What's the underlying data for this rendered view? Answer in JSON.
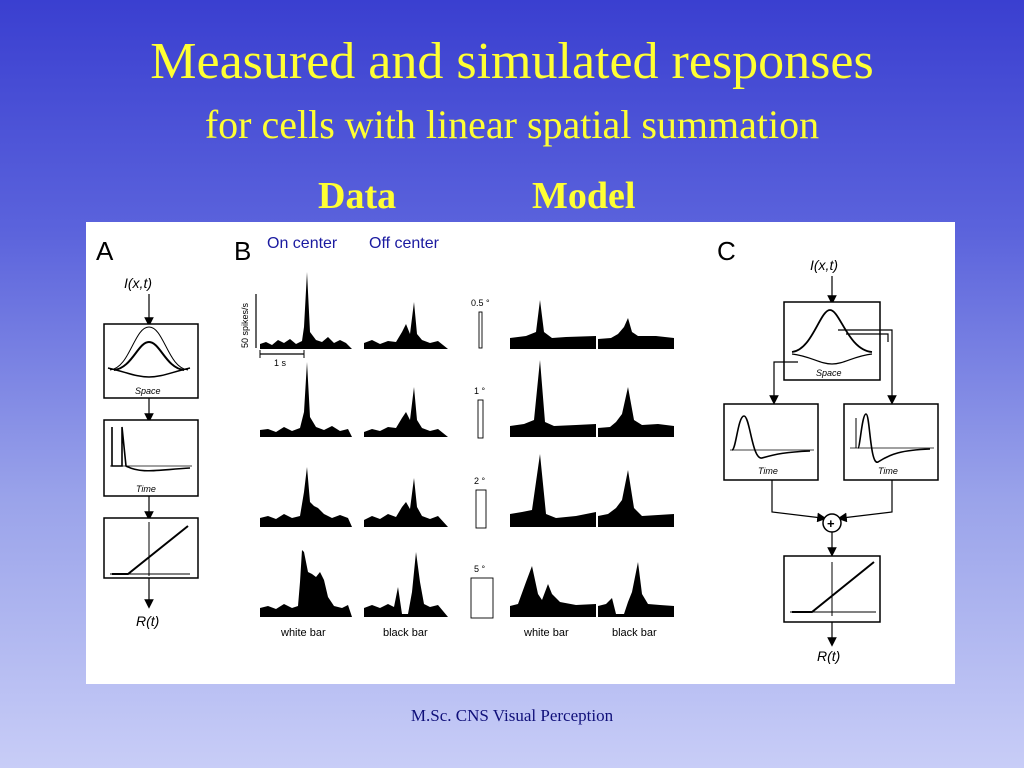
{
  "slide": {
    "title": "Measured and simulated responses",
    "subtitle": "for cells with linear spatial summation",
    "data_header": "Data",
    "model_header": "Model",
    "footer": "M.Sc. CNS Visual Perception"
  },
  "figure": {
    "panel_a": {
      "letter": "A",
      "input_label": "I(x,t)",
      "box_labels": [
        "Space",
        "Time"
      ],
      "output_label": "R(t)"
    },
    "panel_b": {
      "letter": "B",
      "col_on": "On center",
      "col_off": "Off center",
      "scale_y": "50 spikes/s",
      "scale_x": "1 s",
      "bar_widths": [
        "0.5 °",
        "1 °",
        "2 °",
        "5 °"
      ],
      "data_bottom_labels": [
        "white bar",
        "black bar"
      ],
      "model_bottom_labels": [
        "white bar",
        "black bar"
      ]
    },
    "panel_c": {
      "letter": "C",
      "input_label": "I(x,t)",
      "space_label": "Space",
      "time_labels": [
        "Time",
        "Time"
      ],
      "sum_symbol": "+",
      "output_label": "R(t)"
    }
  }
}
